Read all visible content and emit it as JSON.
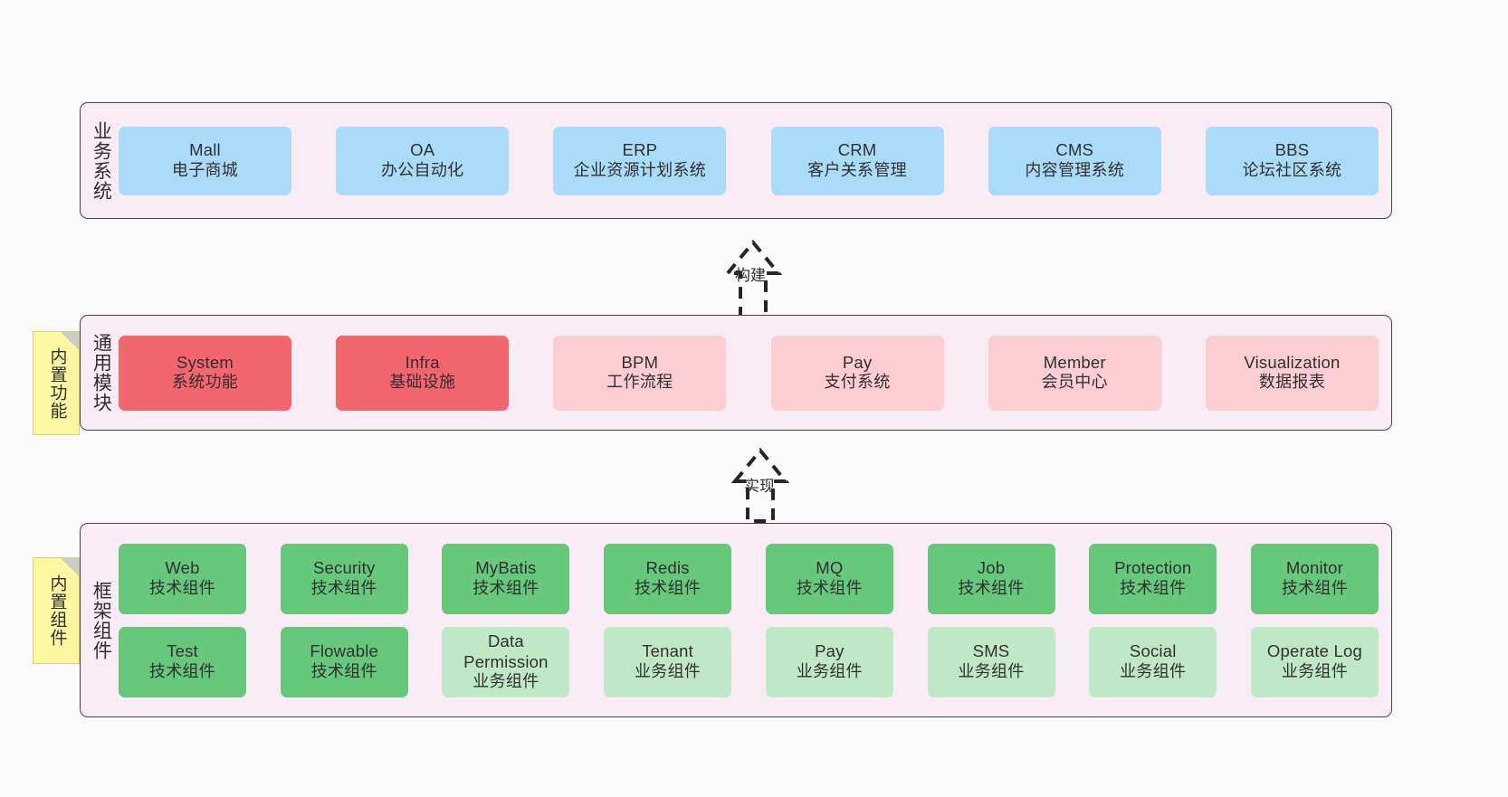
{
  "diagram": {
    "background_color": "#fafafa",
    "panel_color": "#f9ecf5",
    "panel_border_color": "#46434f",
    "note_color": "#fbf7a0"
  },
  "layers": [
    {
      "key": "business",
      "title": "业务系统",
      "rows": [
        {
          "cards": [
            {
              "en": "Mall",
              "cn": "电子商城",
              "color": "#aadcfa"
            },
            {
              "en": "OA",
              "cn": "办公自动化",
              "color": "#aadcfa"
            },
            {
              "en": "ERP",
              "cn": "企业资源计划系统",
              "color": "#aadcfa"
            },
            {
              "en": "CRM",
              "cn": "客户关系管理",
              "color": "#aadcfa"
            },
            {
              "en": "CMS",
              "cn": "内容管理系统",
              "color": "#aadcfa"
            },
            {
              "en": "BBS",
              "cn": "论坛社区系统",
              "color": "#aadcfa"
            }
          ]
        }
      ]
    },
    {
      "key": "common",
      "title": "通用模块",
      "note": "内置功能",
      "rows": [
        {
          "cards": [
            {
              "en": "System",
              "cn": "系统功能",
              "color": "#f4666e"
            },
            {
              "en": "Infra",
              "cn": "基础设施",
              "color": "#f4666e"
            },
            {
              "en": "BPM",
              "cn": "工作流程",
              "color": "#fccdd3"
            },
            {
              "en": "Pay",
              "cn": "支付系统",
              "color": "#fccdd3"
            },
            {
              "en": "Member",
              "cn": "会员中心",
              "color": "#fccdd3"
            },
            {
              "en": "Visualization",
              "cn": "数据报表",
              "color": "#fccdd3"
            }
          ]
        }
      ]
    },
    {
      "key": "framework",
      "title": "框架组件",
      "note": "内置组件",
      "rows": [
        {
          "cards": [
            {
              "en": "Web",
              "cn": "技术组件",
              "color": "#66c87b"
            },
            {
              "en": "Security",
              "cn": "技术组件",
              "color": "#66c87b"
            },
            {
              "en": "MyBatis",
              "cn": "技术组件",
              "color": "#66c87b"
            },
            {
              "en": "Redis",
              "cn": "技术组件",
              "color": "#66c87b"
            },
            {
              "en": "MQ",
              "cn": "技术组件",
              "color": "#66c87b"
            },
            {
              "en": "Job",
              "cn": "技术组件",
              "color": "#66c87b"
            },
            {
              "en": "Protection",
              "cn": "技术组件",
              "color": "#66c87b"
            },
            {
              "en": "Monitor",
              "cn": "技术组件",
              "color": "#66c87b"
            }
          ]
        },
        {
          "cards": [
            {
              "en": "Test",
              "cn": "技术组件",
              "color": "#66c87b"
            },
            {
              "en": "Flowable",
              "cn": "技术组件",
              "color": "#66c87b"
            },
            {
              "en": "Data Permission",
              "cn": "业务组件",
              "color": "#bfe8c6"
            },
            {
              "en": "Tenant",
              "cn": "业务组件",
              "color": "#bfe8c6"
            },
            {
              "en": "Pay",
              "cn": "业务组件",
              "color": "#bfe8c6"
            },
            {
              "en": "SMS",
              "cn": "业务组件",
              "color": "#bfe8c6"
            },
            {
              "en": "Social",
              "cn": "业务组件",
              "color": "#bfe8c6"
            },
            {
              "en": "Operate Log",
              "cn": "业务组件",
              "color": "#bfe8c6"
            }
          ]
        }
      ]
    }
  ],
  "arrows": [
    {
      "key": "build",
      "label": "构建"
    },
    {
      "key": "implement",
      "label": "实现"
    }
  ]
}
